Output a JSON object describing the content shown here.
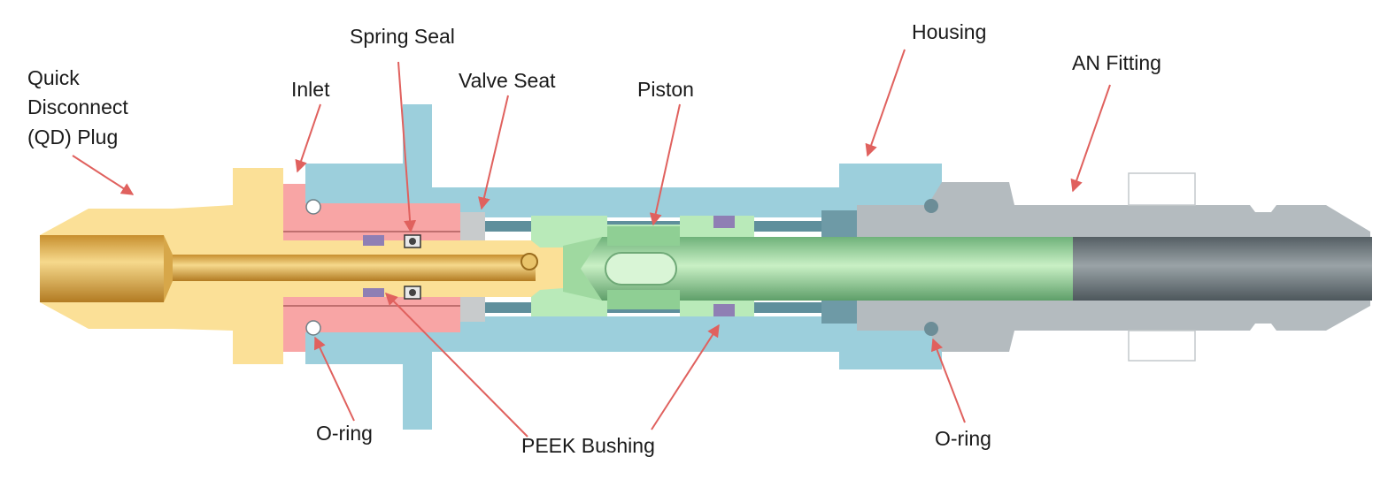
{
  "labels": {
    "qd_line1": "Quick",
    "qd_line2": "Disconnect",
    "qd_line3": "(QD) Plug",
    "inlet": "Inlet",
    "spring_seal": "Spring Seal",
    "valve_seat": "Valve Seat",
    "piston": "Piston",
    "housing": "Housing",
    "an_fitting": "AN Fitting",
    "oring_left": "O-ring",
    "peek_bushing": "PEEK Bushing",
    "oring_right": "O-ring"
  },
  "colors": {
    "housing": "#9ccfdc",
    "qd_plug": "#fbe097",
    "inlet": "#f8a5a5",
    "piston": "#b9eab9",
    "an_fitting": "#b4bbbf",
    "bore_dark": "#5c6b70",
    "seal": "#8f7fb4",
    "arrow": "#e0615e"
  }
}
